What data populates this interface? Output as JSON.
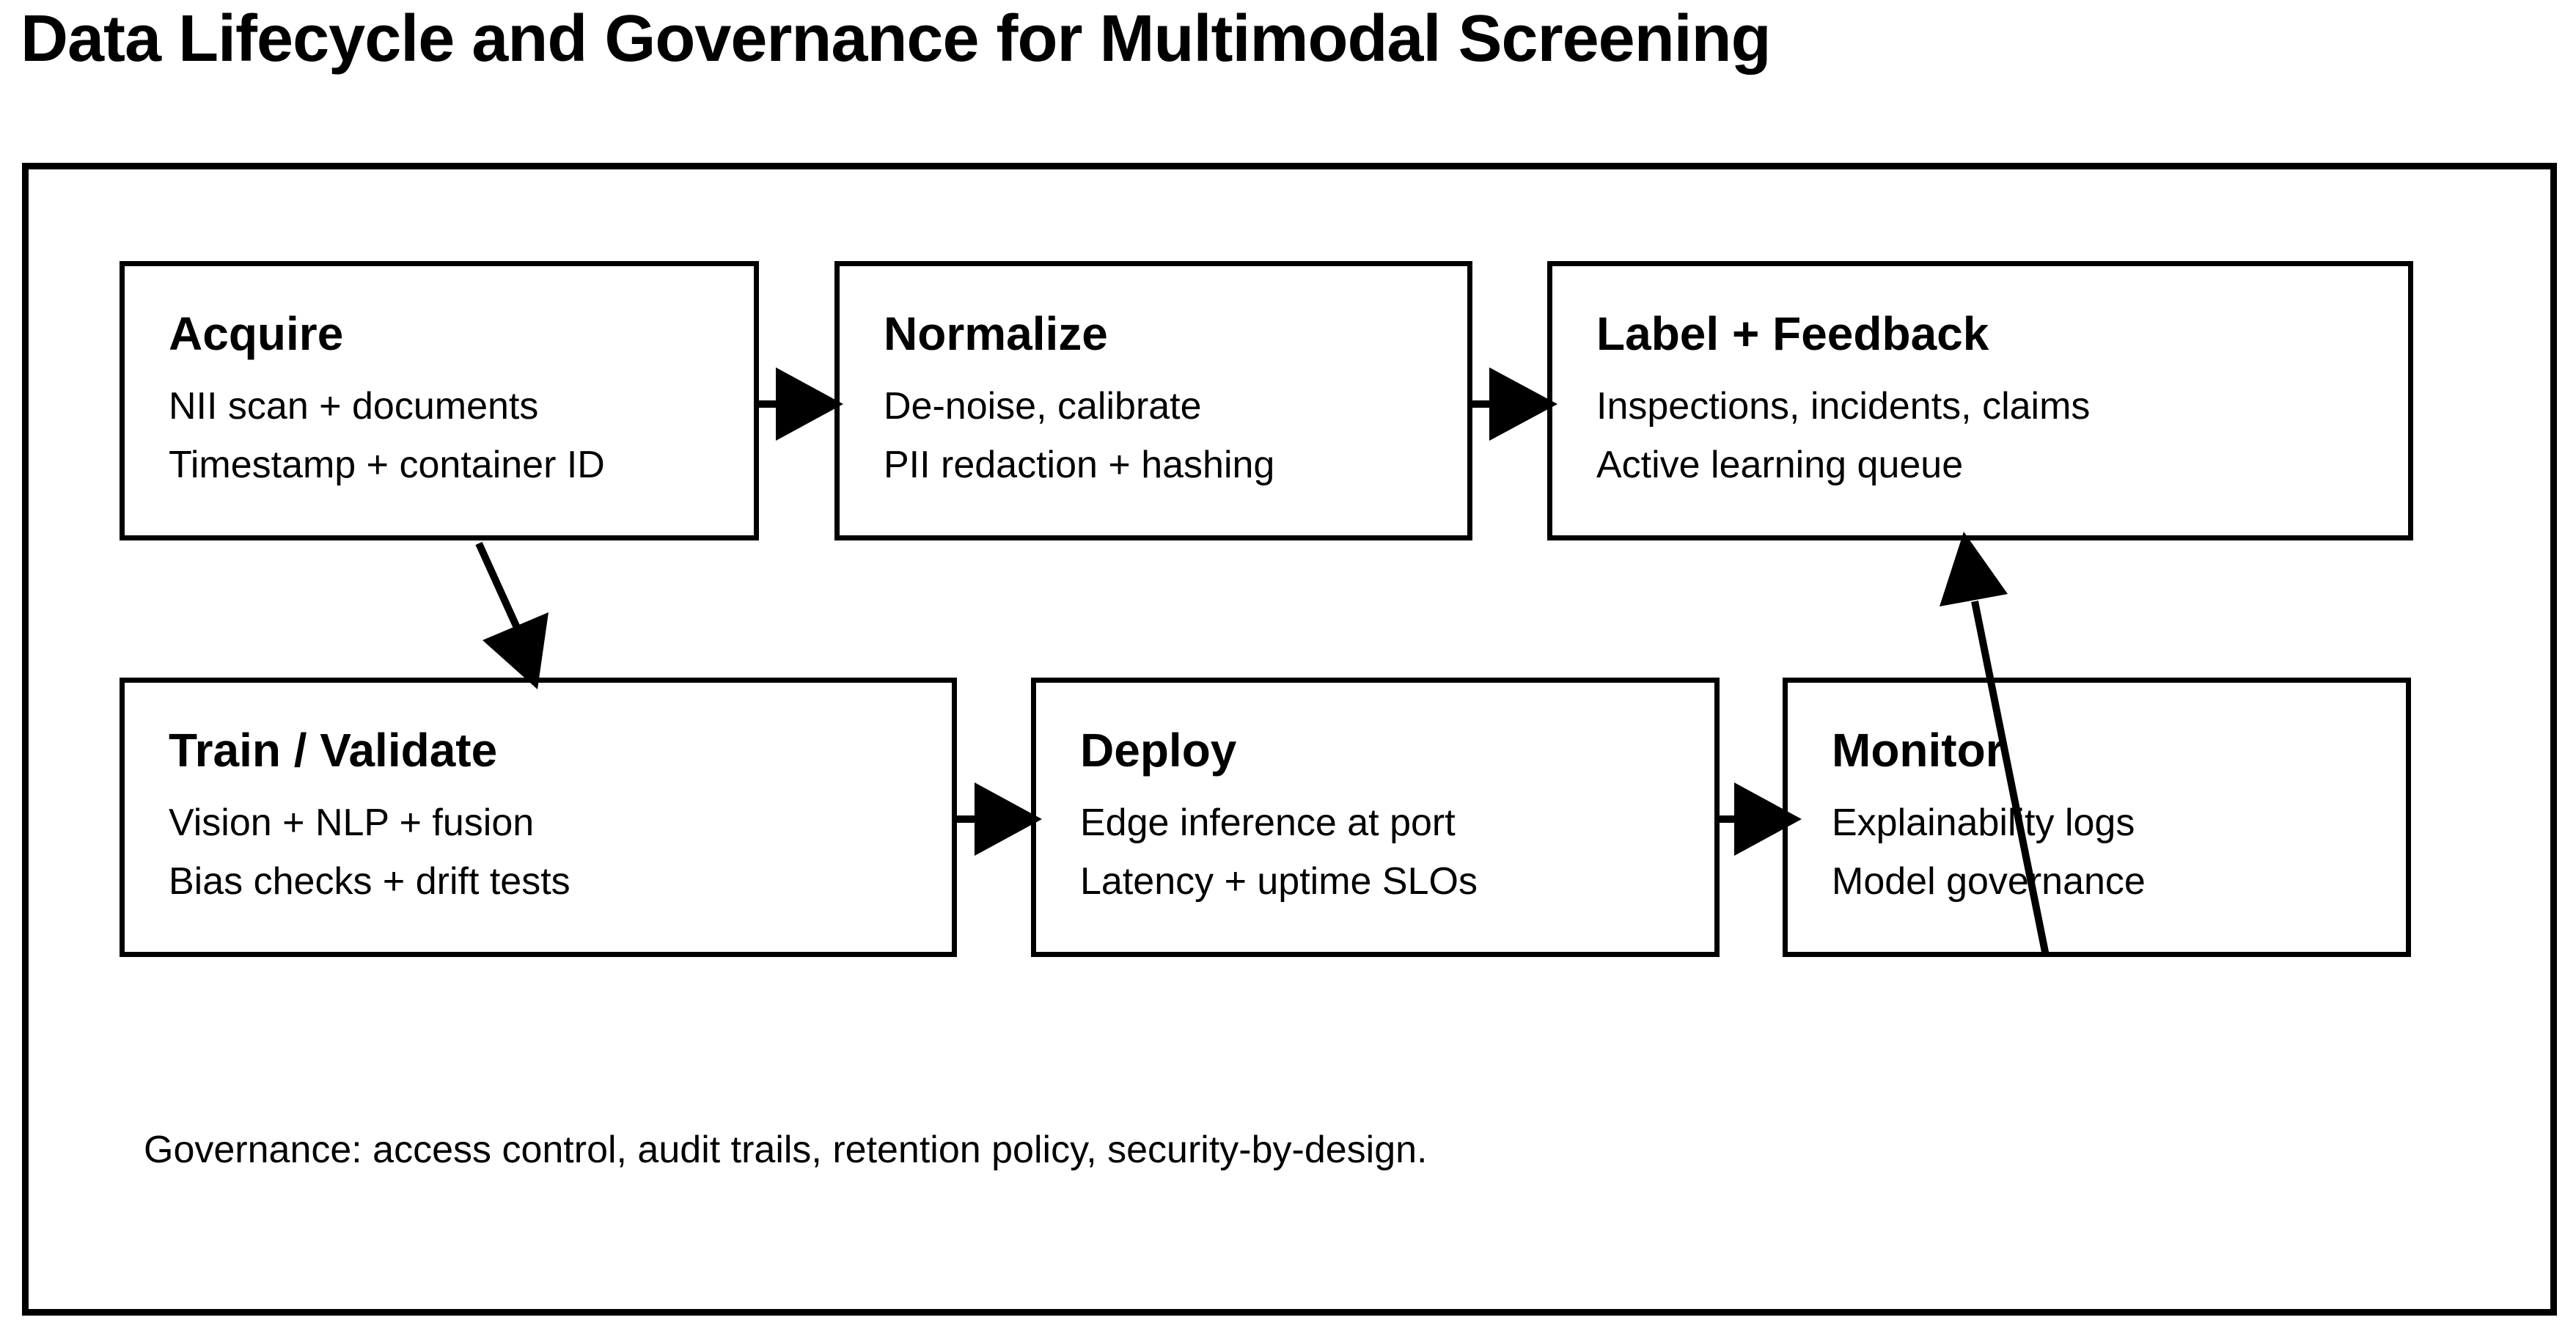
{
  "page": {
    "title": "Data Lifecycle and Governance for Multimodal Screening"
  },
  "colors": {
    "ink": "#000000",
    "paper": "#ffffff"
  },
  "nodes": [
    {
      "id": "acquire",
      "title": "Acquire",
      "lines": [
        "NII scan + documents",
        "Timestamp + container ID"
      ]
    },
    {
      "id": "normalize",
      "title": "Normalize",
      "lines": [
        "De-noise, calibrate",
        "PII redaction + hashing"
      ]
    },
    {
      "id": "label-feedback",
      "title": "Label + Feedback",
      "lines": [
        "Inspections, incidents, claims",
        "Active learning queue"
      ]
    },
    {
      "id": "train-validate",
      "title": "Train / Validate",
      "lines": [
        "Vision + NLP + fusion",
        "Bias checks + drift tests"
      ]
    },
    {
      "id": "deploy",
      "title": "Deploy",
      "lines": [
        "Edge inference at port",
        "Latency + uptime SLOs"
      ]
    },
    {
      "id": "monitor",
      "title": "Monitor",
      "lines": [
        "Explainability logs",
        "Model governance"
      ]
    }
  ],
  "edges": [
    {
      "from": "Acquire",
      "to": "Normalize"
    },
    {
      "from": "Normalize",
      "to": "Label + Feedback"
    },
    {
      "from": "Acquire",
      "to": "Train / Validate"
    },
    {
      "from": "Train / Validate",
      "to": "Deploy"
    },
    {
      "from": "Deploy",
      "to": "Monitor"
    },
    {
      "from": "Monitor",
      "to": "Label + Feedback"
    }
  ],
  "governance_note": "Governance: access control, audit trails, retention policy, security-by-design."
}
